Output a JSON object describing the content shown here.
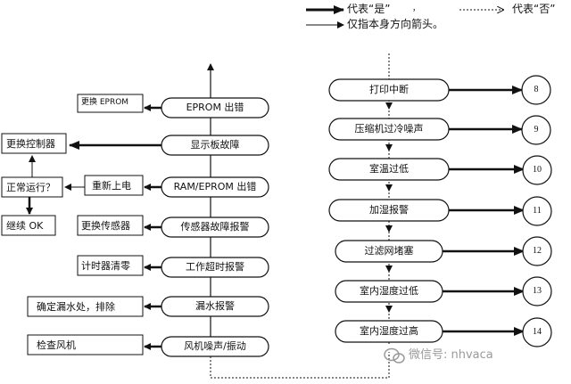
{
  "legend": {
    "yes_label": "代表“是”",
    "no_label": "代表“否”",
    "direction_label": "仅指本身方向箭头。",
    "comma": "，"
  },
  "left_flow": {
    "pills": [
      "EPROM 出错",
      "显示板故障",
      "RAM/EPROM 出错",
      "传感器故障报警",
      "工作超时报警",
      "漏水报警",
      "风机噪声/振动"
    ],
    "actions": [
      "更换 EPROM",
      "重新上电",
      "更换传感器",
      "计时器清零",
      "确定漏水处，排除",
      "检查风机"
    ],
    "far_left": [
      "更换控制器",
      "正常运行？",
      "继续 OK"
    ]
  },
  "right_flow": {
    "pills": [
      "打印中断",
      "压缩机过冷噪声",
      "室温过低",
      "加湿报警",
      "过滤网堵塞",
      "室内湿度过低",
      "室内湿度过高"
    ],
    "circles": [
      "8",
      "9",
      "10",
      "11",
      "12",
      "13",
      "14"
    ]
  },
  "watermark": {
    "icon": "wechat-icon",
    "text": "微信号: nhvaca"
  },
  "colors": {
    "line": "#111111",
    "watermark": "#9a9a9a"
  }
}
